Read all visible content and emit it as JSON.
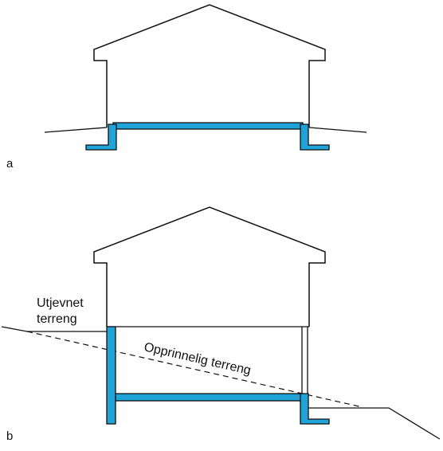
{
  "figure_a": {
    "label": "a"
  },
  "figure_b": {
    "label": "b",
    "leveled_terrain_line1": "Utjevnet",
    "leveled_terrain_line2": "terreng",
    "original_terrain": "Opprinnelig terreng"
  },
  "colors": {
    "foundation": "#1fa3d9",
    "outline": "#111111",
    "background": "#ffffff"
  }
}
